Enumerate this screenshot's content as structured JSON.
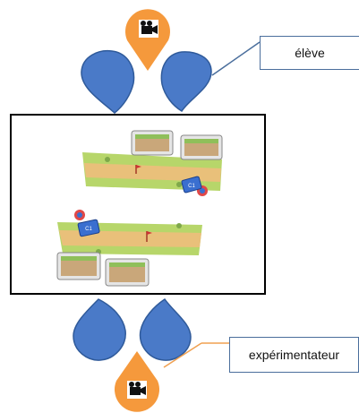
{
  "labels": {
    "student": "élève",
    "experimenter": "expérimentateur"
  },
  "icons": {
    "top_camera": "video-camera-icon",
    "bottom_camera": "video-camera-icon"
  },
  "scene": {
    "student_tokens": [
      "C1",
      "C1"
    ]
  },
  "colors": {
    "blue_drop": "#4a7ac8",
    "blue_drop_stroke": "#2f5a9a",
    "orange_pin": "#f5993c",
    "frame": "#000000",
    "track_grass": "#b7d66a",
    "track_sand": "#e9c07a",
    "tablet_grey": "#e5e5e5",
    "connector_blue": "#4a6e9c",
    "connector_orange": "#f0a050"
  }
}
